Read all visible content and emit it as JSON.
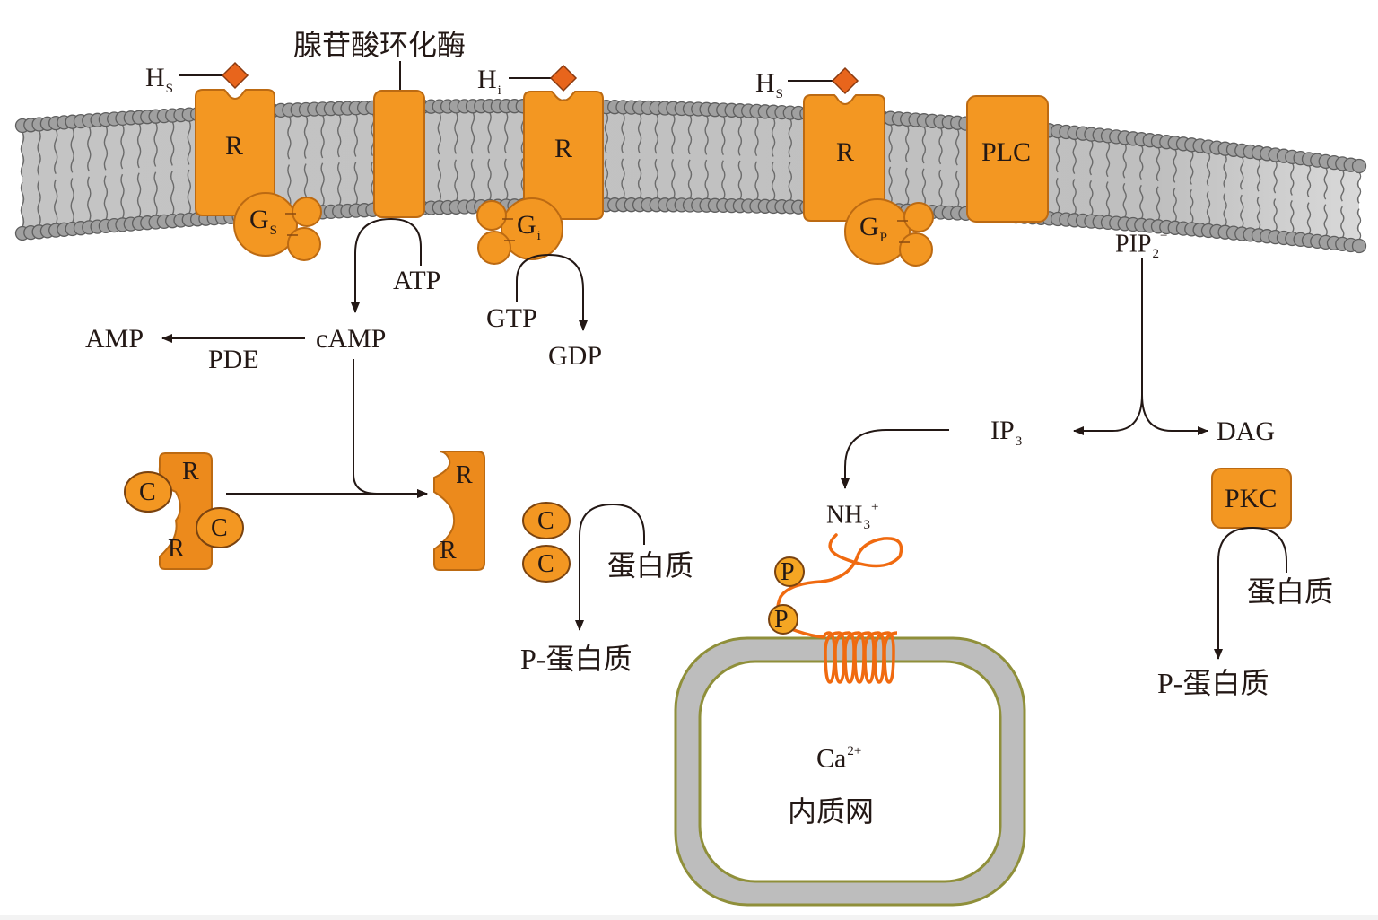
{
  "title": "腺苷酸环化酶",
  "receptors": [
    {
      "hormone": "H",
      "hormone_sub": "S",
      "receptor": "R",
      "gprotein": "G",
      "gprotein_sub": "S"
    },
    {
      "hormone": "H",
      "hormone_sub": "i",
      "receptor": "R",
      "gprotein": "G",
      "gprotein_sub": "i"
    },
    {
      "hormone": "H",
      "hormone_sub": "S",
      "receptor": "R",
      "gprotein": "G",
      "gprotein_sub": "P"
    }
  ],
  "plc": "PLC",
  "pip2": {
    "text": "PIP",
    "sub": "2",
    "sup": "−"
  },
  "atp": "ATP",
  "camp": "cAMP",
  "amp": "AMP",
  "pde": "PDE",
  "gtp": "GTP",
  "gdp": "GDP",
  "pka": {
    "inactive": {
      "r1": "R",
      "r2": "R",
      "c1": "C",
      "c2": "C"
    },
    "regulatory": {
      "r1": "R",
      "r2": "R"
    },
    "catalytic": {
      "c1": "C",
      "c2": "C"
    }
  },
  "substrate_protein": "蛋白质",
  "phospho_protein": "P-蛋白质",
  "ip3": {
    "text": "IP",
    "sub": "3"
  },
  "dag": "DAG",
  "pkc": "PKC",
  "nh3": {
    "text": "NH",
    "sub": "3",
    "sup": "+"
  },
  "phospho_sites": [
    "P",
    "P"
  ],
  "calcium": {
    "text": "Ca",
    "sup": "2+"
  },
  "er_label": "内质网",
  "colors": {
    "protein_orange": "#f39722",
    "protein_outline": "#bc6a12",
    "receptor_ligand": "#e8651c",
    "ip3_receptor_chain": "#f06a10",
    "membrane_gray": "#bdbdbd",
    "lipid_head": "#9d9d9d",
    "er_outline": "#8f8f3a",
    "ink": "#231815"
  }
}
